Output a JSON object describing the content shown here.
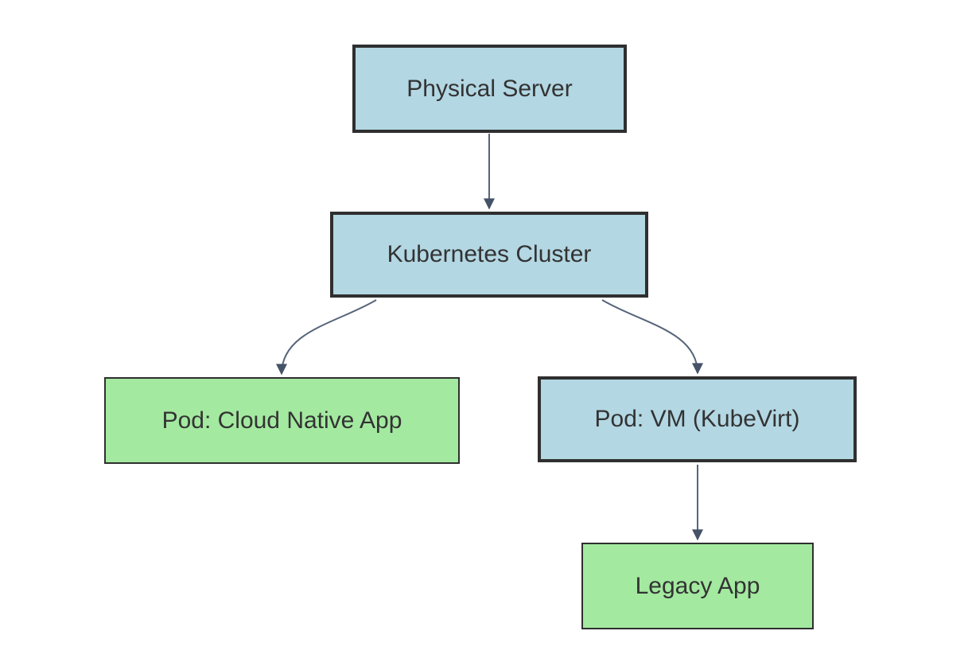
{
  "diagram": {
    "type": "flowchart",
    "direction": "top-down",
    "nodes": [
      {
        "id": "physical-server",
        "label": "Physical Server",
        "variant": "blue"
      },
      {
        "id": "kubernetes-cluster",
        "label": "Kubernetes Cluster",
        "variant": "blue"
      },
      {
        "id": "pod-cloud-native-app",
        "label": "Pod: Cloud Native App",
        "variant": "green"
      },
      {
        "id": "pod-vm-kubevirt",
        "label": "Pod: VM (KubeVirt)",
        "variant": "blue"
      },
      {
        "id": "legacy-app",
        "label": "Legacy App",
        "variant": "green"
      }
    ],
    "edges": [
      {
        "from": "physical-server",
        "to": "kubernetes-cluster",
        "style": "straight-arrow"
      },
      {
        "from": "kubernetes-cluster",
        "to": "pod-cloud-native-app",
        "style": "curved-arrow"
      },
      {
        "from": "kubernetes-cluster",
        "to": "pod-vm-kubevirt",
        "style": "curved-arrow"
      },
      {
        "from": "pod-vm-kubevirt",
        "to": "legacy-app",
        "style": "straight-arrow"
      }
    ],
    "colors": {
      "canvas-bg": "#ffffff",
      "node-blue-fill": "#b3d7e3",
      "node-green-fill": "#a3e9a0",
      "node-border": "#2f2f2f",
      "node-text": "#333333",
      "edge-line": "#56657a",
      "edge-arrow": "#455268"
    }
  }
}
